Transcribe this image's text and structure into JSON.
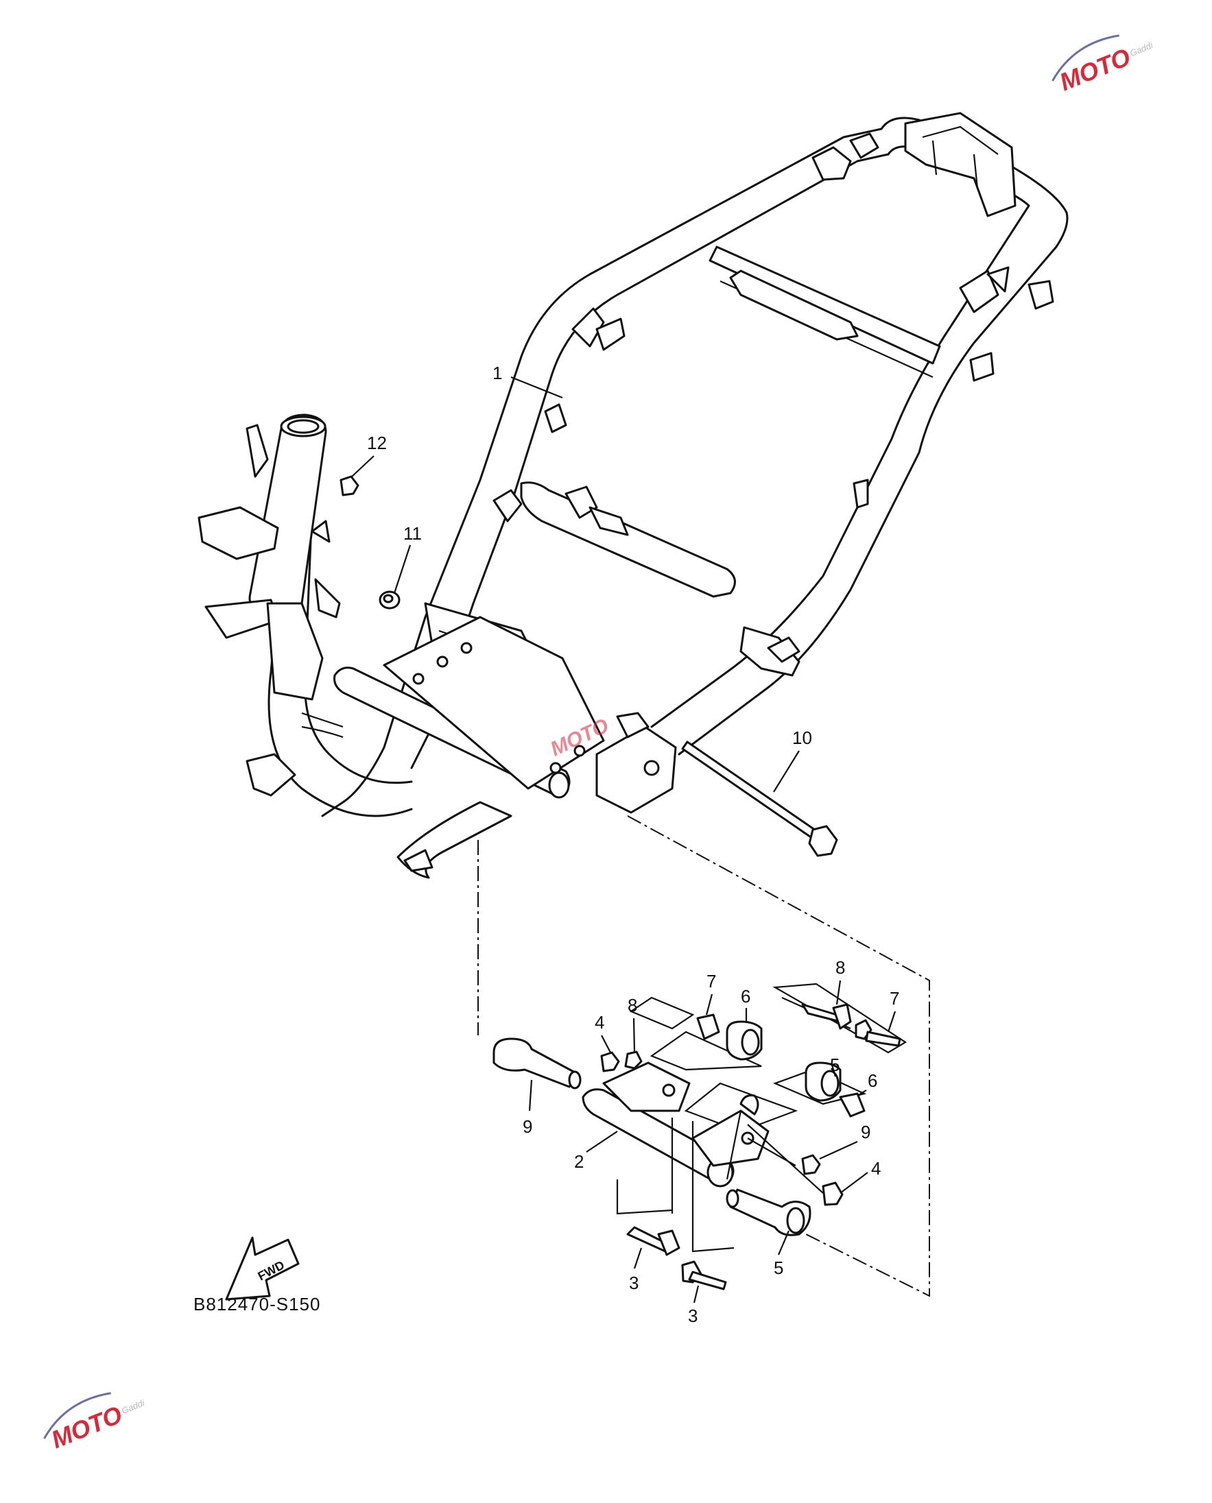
{
  "diagram": {
    "code": "B812470-S150",
    "fwd_label": "FWD",
    "callouts": [
      "1",
      "2",
      "3",
      "3",
      "4",
      "4",
      "5",
      "5",
      "6",
      "6",
      "7",
      "7",
      "8",
      "8",
      "9",
      "9",
      "10",
      "11",
      "12"
    ],
    "watermark": {
      "text": "MOTO",
      "subtext": "Gaddi"
    }
  },
  "colors": {
    "ink": "#111111",
    "watermark_red": "#d8283a",
    "watermark_grey": "#b8b8c4"
  }
}
